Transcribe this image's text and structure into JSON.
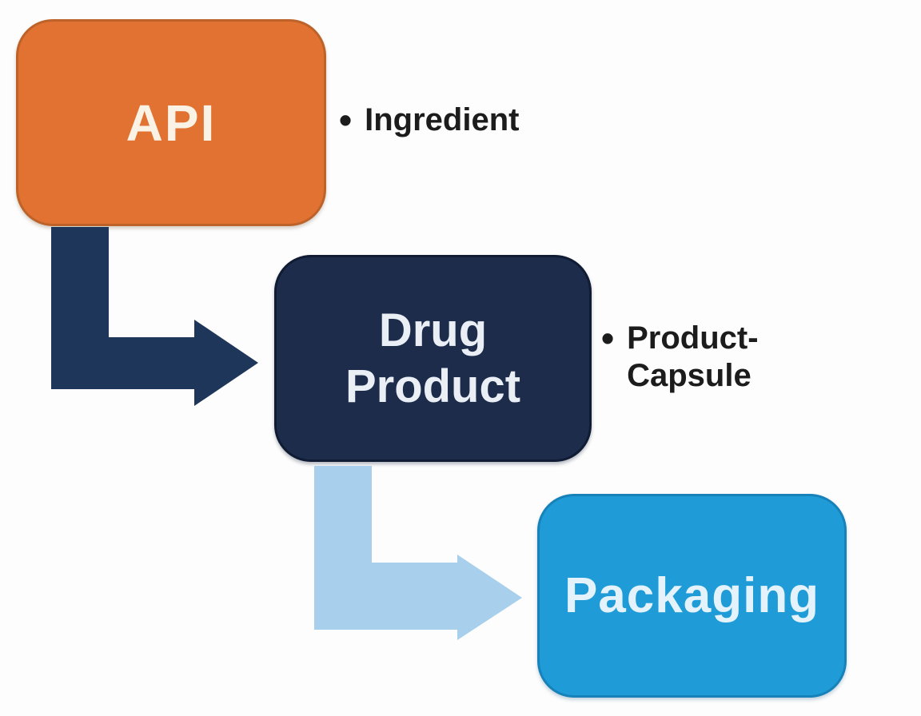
{
  "background": "#FDFDFD",
  "nodes": {
    "api": {
      "label": "API",
      "fill": "#E17232",
      "text_color": "#FBF2E6"
    },
    "drug_product": {
      "line1": "Drug",
      "line2": "Product",
      "fill": "#1D2C4A",
      "text_color": "#EAEFF6"
    },
    "packaging": {
      "label": "Packaging",
      "fill": "#1F9CD8",
      "text_color": "#E4F3FB"
    }
  },
  "annotations": {
    "ingredient": {
      "bullet": "•",
      "text": "Ingredient"
    },
    "product_capsule": {
      "bullet": "•",
      "line1": "Product-",
      "line2": "Capsule"
    }
  },
  "connectors": {
    "api_to_drug_product": {
      "color": "#1E3659"
    },
    "drug_product_to_packaging": {
      "color": "#A8D0EC"
    }
  }
}
